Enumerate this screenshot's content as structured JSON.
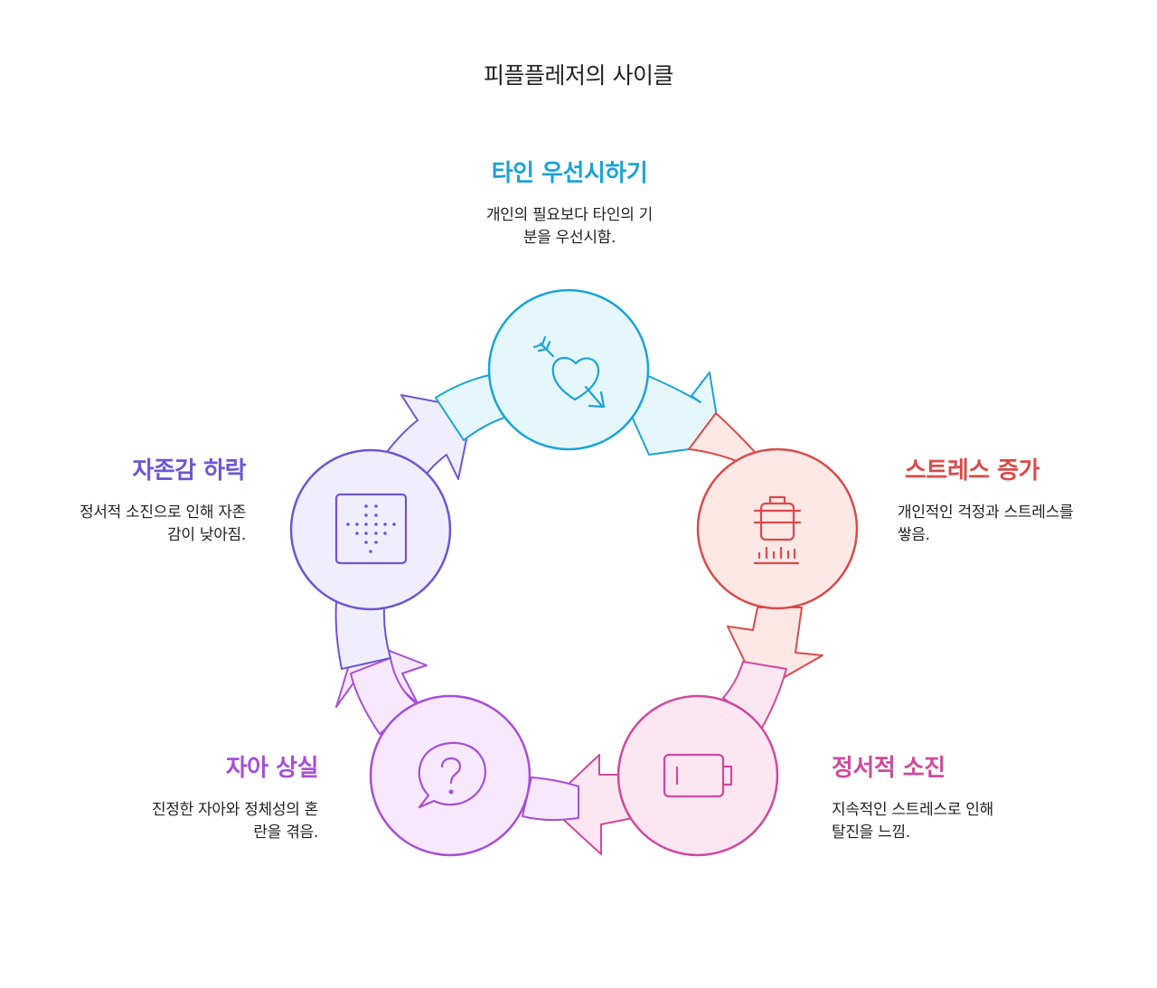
{
  "title": "피플플레저의 사이클",
  "colors": {
    "blue": "#1aa4d6",
    "red": "#d94b4b",
    "pink": "#cf4a9c",
    "purple": "#a64fd6",
    "indigo": "#6e55d3"
  },
  "nodes": [
    {
      "head": "타인 우선시하기",
      "desc": [
        "개인의 필요보다 타인의 기",
        "분을 우선시함."
      ],
      "icon": "heart-arrow-icon"
    },
    {
      "head": "스트레스 증가",
      "desc": [
        "개인적인 걱정과 스트레스를",
        "쌓음."
      ],
      "icon": "boiling-pot-icon"
    },
    {
      "head": "정서적 소진",
      "desc": [
        "지속적인 스트레스로 인해",
        "탈진을 느낌."
      ],
      "icon": "low-battery-icon"
    },
    {
      "head": "자아 상실",
      "desc": [
        "진정한 자아와 정체성의 혼",
        "란을 겪음."
      ],
      "icon": "question-bubble-icon"
    },
    {
      "head": "자존감 하락",
      "desc": [
        "정서적 소진으로 인해 자존",
        "감이 낮아짐."
      ],
      "icon": "dotted-down-arrow-icon"
    }
  ]
}
